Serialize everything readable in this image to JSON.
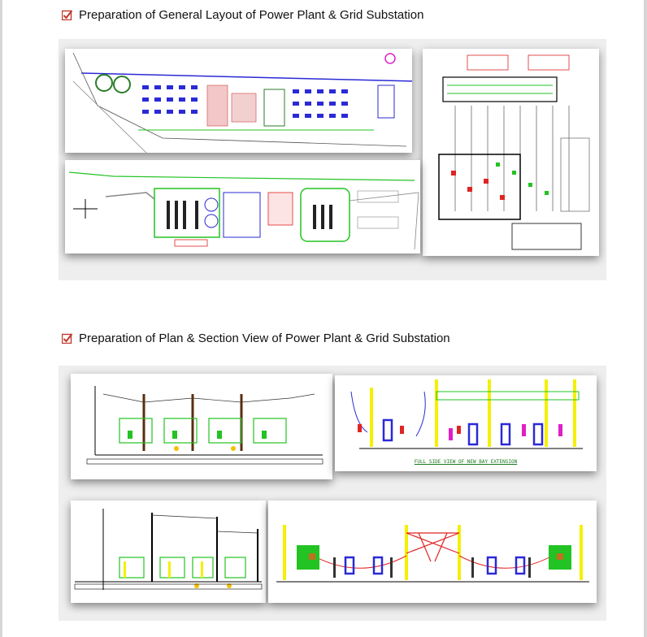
{
  "sections": [
    {
      "title": "Preparation of General Layout of Power Plant & Grid Substation"
    },
    {
      "title": "Preparation of Plan & Section View of Power Plant & Grid Substation"
    }
  ],
  "drawings": {
    "section_caption": "FULL SIDE VIEW OF NEW BAY EXTENSION"
  },
  "icons": {
    "check": "checkbox-checked-icon"
  },
  "colors": {
    "check": "#c0392b",
    "panel": "#eeeeee",
    "cad_green": "#22c322",
    "cad_blue": "#2a2ad6",
    "cad_red": "#e02424",
    "cad_yellow": "#f4f000",
    "cad_magenta": "#e01fc8"
  }
}
